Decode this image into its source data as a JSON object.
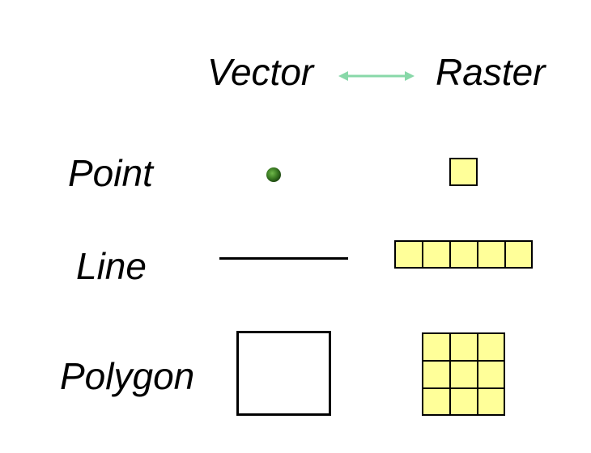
{
  "headers": {
    "vector": "Vector",
    "raster": "Raster"
  },
  "rows": {
    "point": "Point",
    "line": "Line",
    "polygon": "Polygon"
  },
  "colors": {
    "arrow": "#88d8a8",
    "point_dot": "#3a7a22",
    "raster_cell_fill": "#ffff99",
    "outline": "#000000"
  },
  "raster_cells": {
    "point": {
      "rows": 1,
      "cols": 1
    },
    "line": {
      "rows": 1,
      "cols": 5
    },
    "polygon": {
      "rows": 3,
      "cols": 3
    }
  }
}
